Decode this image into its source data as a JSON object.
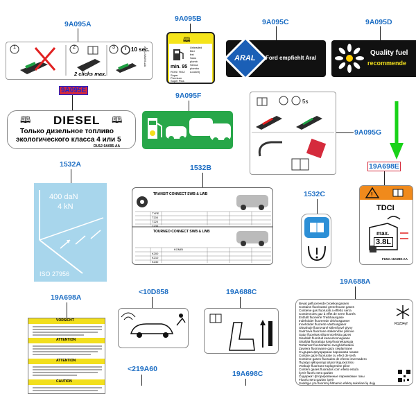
{
  "labels": {
    "a9a095a": "9A095A",
    "a9a095b": "9A095B",
    "a9a095c": "9A095C",
    "a9a095d": "9A095D",
    "a9a095e": "9A095E",
    "a9a095f": "9A095F",
    "a9a095g": "9A095G",
    "a19a698e": "19A698E",
    "a1532a": "1532A",
    "a1532b": "1532B",
    "a1532c": "1532C",
    "a19a698a": "19A698A",
    "a10d858": "<10D858",
    "a19a688c": "19A688C",
    "a19a688a": "19A688A",
    "a219a60": "<219A60",
    "a19a698c": "19A698C"
  },
  "fuel_cap": {
    "step2": "2",
    "step3": "3",
    "step1": "1",
    "clicks": "2 clicks max.",
    "timer": "10 sec.",
    "code": "AU5J-9A095-AA"
  },
  "fuel_type": {
    "title": "min. 95",
    "sub1": "RON / ROZ",
    "sub2": "Super",
    "sub3": "Premium",
    "sub4": "Super Plus",
    "lines": [
      "Unleaded",
      "Blei",
      "frei",
      "Sans",
      "plomb",
      "Senza",
      "piombo",
      "Loodvrij"
    ]
  },
  "aral": {
    "logo": "ARAL",
    "text": "Ford empfiehlt Aral"
  },
  "quality_fuel": {
    "line1": "Quality fuel",
    "line2": "recommende"
  },
  "diesel": {
    "title": "DIESEL",
    "line1": "Только дизельное топливо",
    "line2": "экологического класса 4 или 5",
    "code": "DU5J-9A095-AA"
  },
  "load": {
    "line1": "400 daN",
    "line2": "4 kN",
    "iso": "ISO 27956"
  },
  "tire_placard": {
    "title1": "TRANSIT CONNECT SWB & LWB",
    "title2": "TOURNEO CONNECT SWB & LWB",
    "col_type": "TYPE",
    "col_kombi": "KOMBI",
    "rows1": [
      "T200",
      "T220",
      "T230"
    ],
    "rows2": [
      "K200",
      "K210",
      "K230"
    ]
  },
  "tdci": {
    "title": "TDCI",
    "max": "max.",
    "vol": "3.8L",
    "code": "FU5A-19A280-AA"
  },
  "warnings": {
    "v1": "VORSICHT",
    "v2": "ATTENTION",
    "v3": "ATTENTION",
    "v4": "CAUTION"
  },
  "refrigerant": {
    "lines": [
      "Bevat gefluoreerde broeikasgassen",
      "Contains fluorinated greenhouse gases",
      "Contiene gas fluorurati a effetto serra",
      "Contient des gaz à effet de serre fluorés",
      "Enthält fluorierte Treibhausgase",
      "Indeholder fluorerede drivhusgasser",
      "Inneholder fluorerte växthusgaser",
      "Obsahuje fluorované skleníkové plyny",
      "Sadrzava fluorirane stakleničke plinove",
      "Satur fluorētas siltumnīcefekta gāzes",
      "Sisaldab fluoritud kasvuhoonegaase",
      "Sisältää fluorattuja kasvihuonekaasuja",
      "Tartalmaz fluortartalmú üvegházhatású",
      "Zawiera fluorowane gazy cieplarniane",
      "Съдържа флуорирани парникови газове",
      "Conține gaze fluorurate cu efect de seră",
      "Contiene gases fluorados de efecto invernadero",
      "Περιέχει φθοριούχα αέρια θερμοκηπίου",
      "Vsebuje fluorirane toplogredne pline",
      "Contém gases fluorados com efeito estufa",
      "İçerir fluorlu sera gazları",
      "Содержит фторированные парниковые газы",
      "Fluorlu sera gazları içerir",
      "Sudėtyje yra fluorintų šiltnamio efektą sukeliančių dujų"
    ],
    "side": "R1234yf"
  },
  "arrow_color": "#19d219",
  "accent": "#1f6fc4"
}
